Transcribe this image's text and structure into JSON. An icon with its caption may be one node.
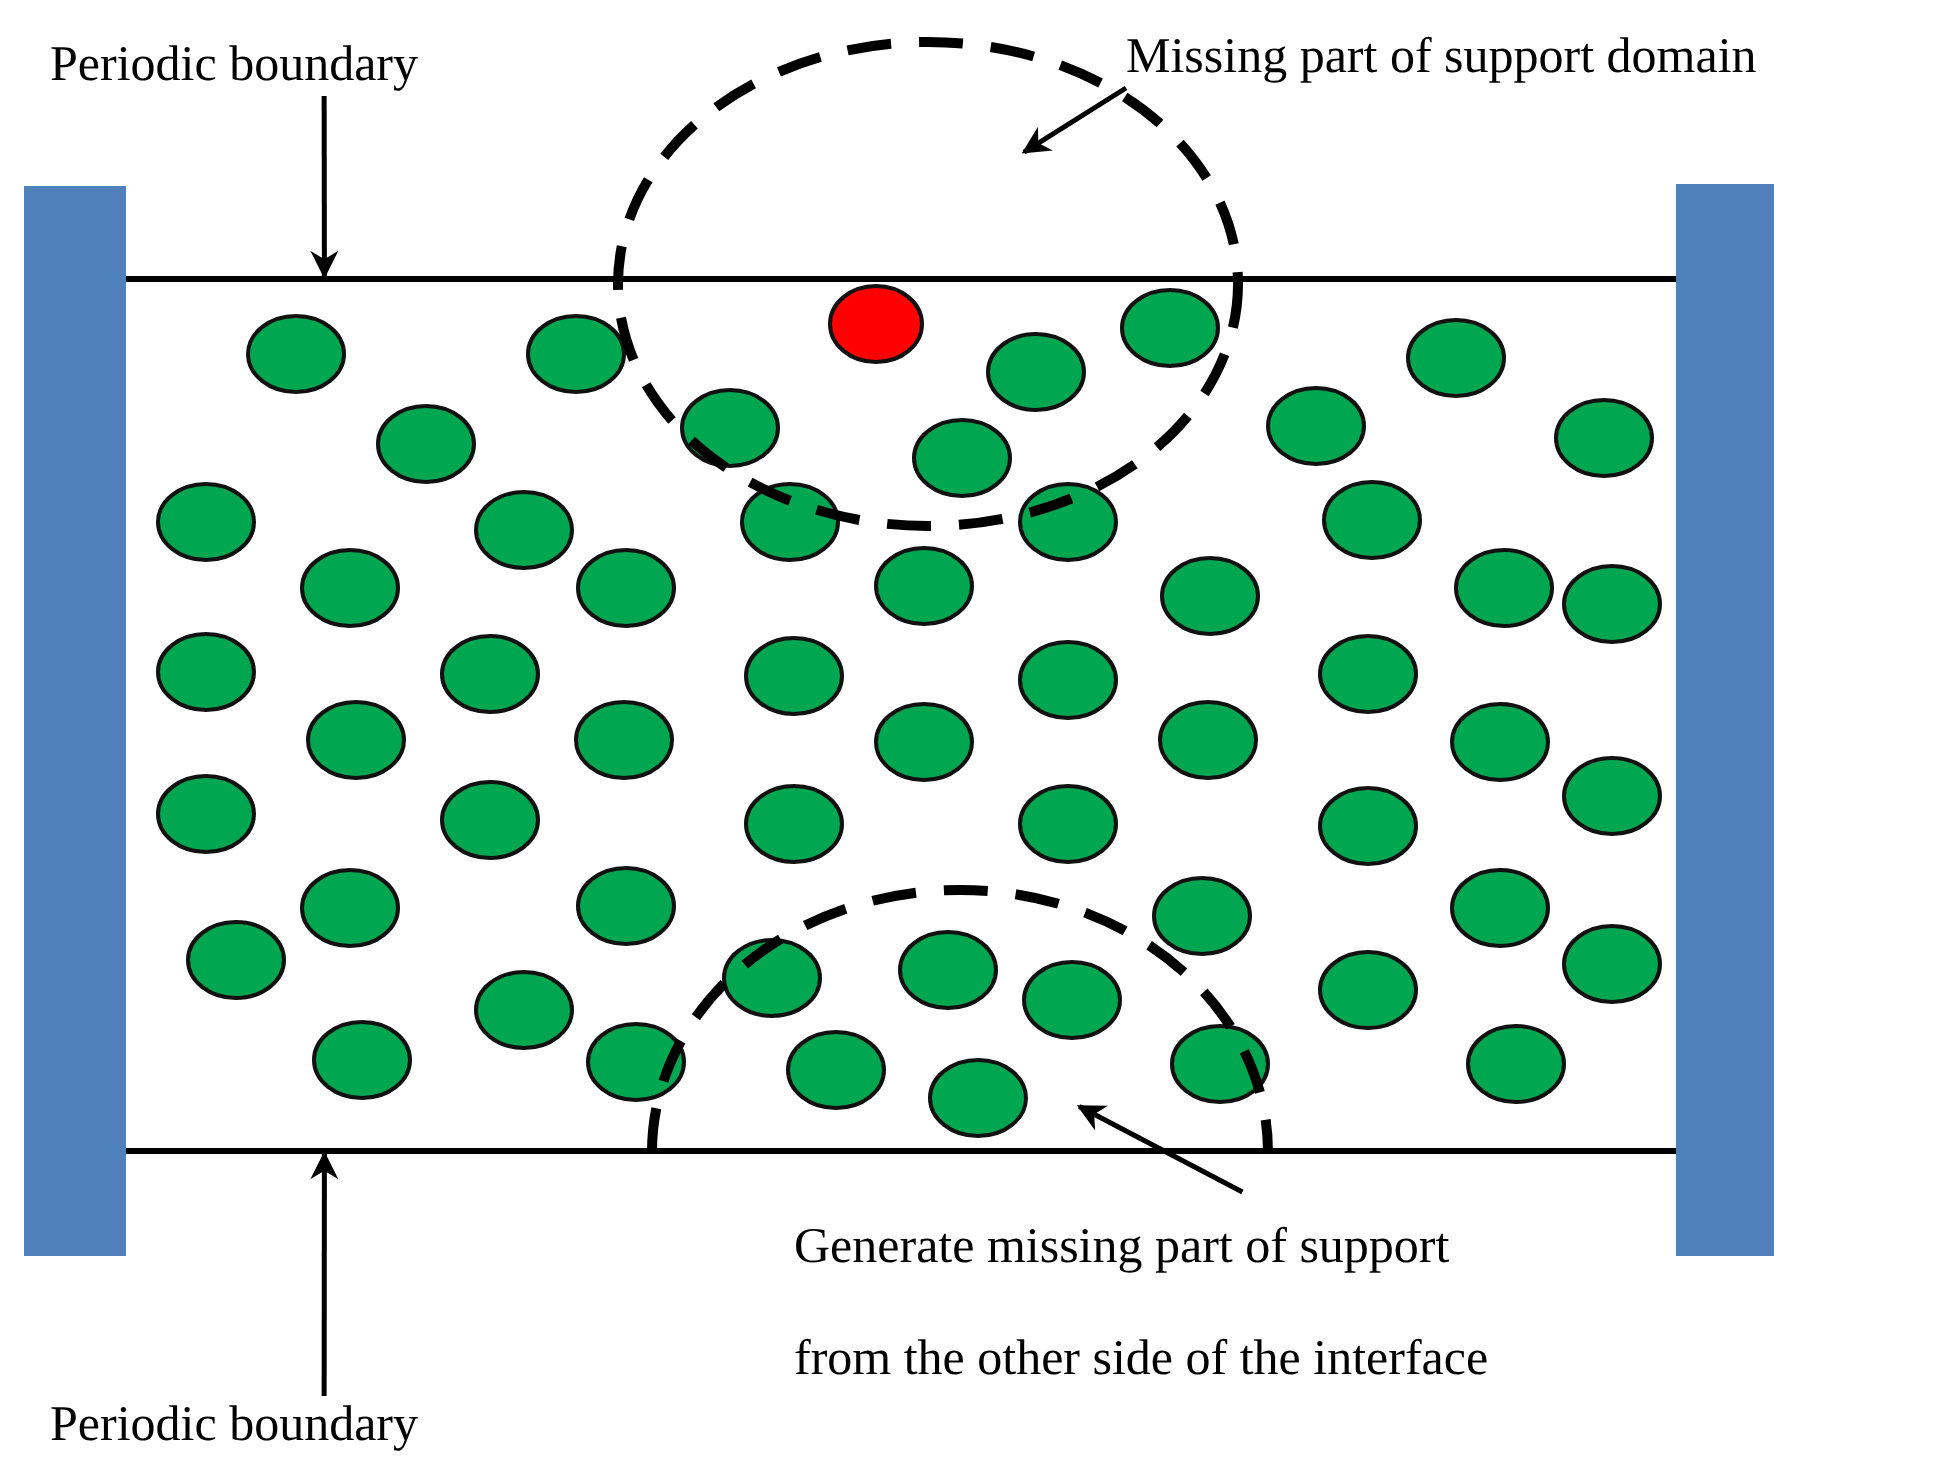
{
  "diagram": {
    "nodes": [
      {
        "text": [
          "Periodic boundary"
        ]
      },
      {
        "text": [],
        "shape": "bar"
      },
      {
        "text": [
          "Missing part of support domain"
        ]
      },
      {
        "text": [],
        "shape": "circle"
      },
      {
        "text": [],
        "shape": "bar"
      },
      {
        "text": [
          "Periodic boundary"
        ]
      },
      {
        "text": [
          "Generate missing part of support from the other side of the interface"
        ]
      },
      {
        "text": [],
        "shape": "circle"
      }
    ],
    "edges": [
      {
        "from": 0,
        "to": 1,
        "arrow": "to"
      },
      {
        "from": 2,
        "to": 3,
        "arrow": "to"
      },
      {
        "from": 5,
        "to": 4,
        "arrow": "to"
      },
      {
        "from": 6,
        "to": 7,
        "arrow": "to"
      }
    ]
  }
}
